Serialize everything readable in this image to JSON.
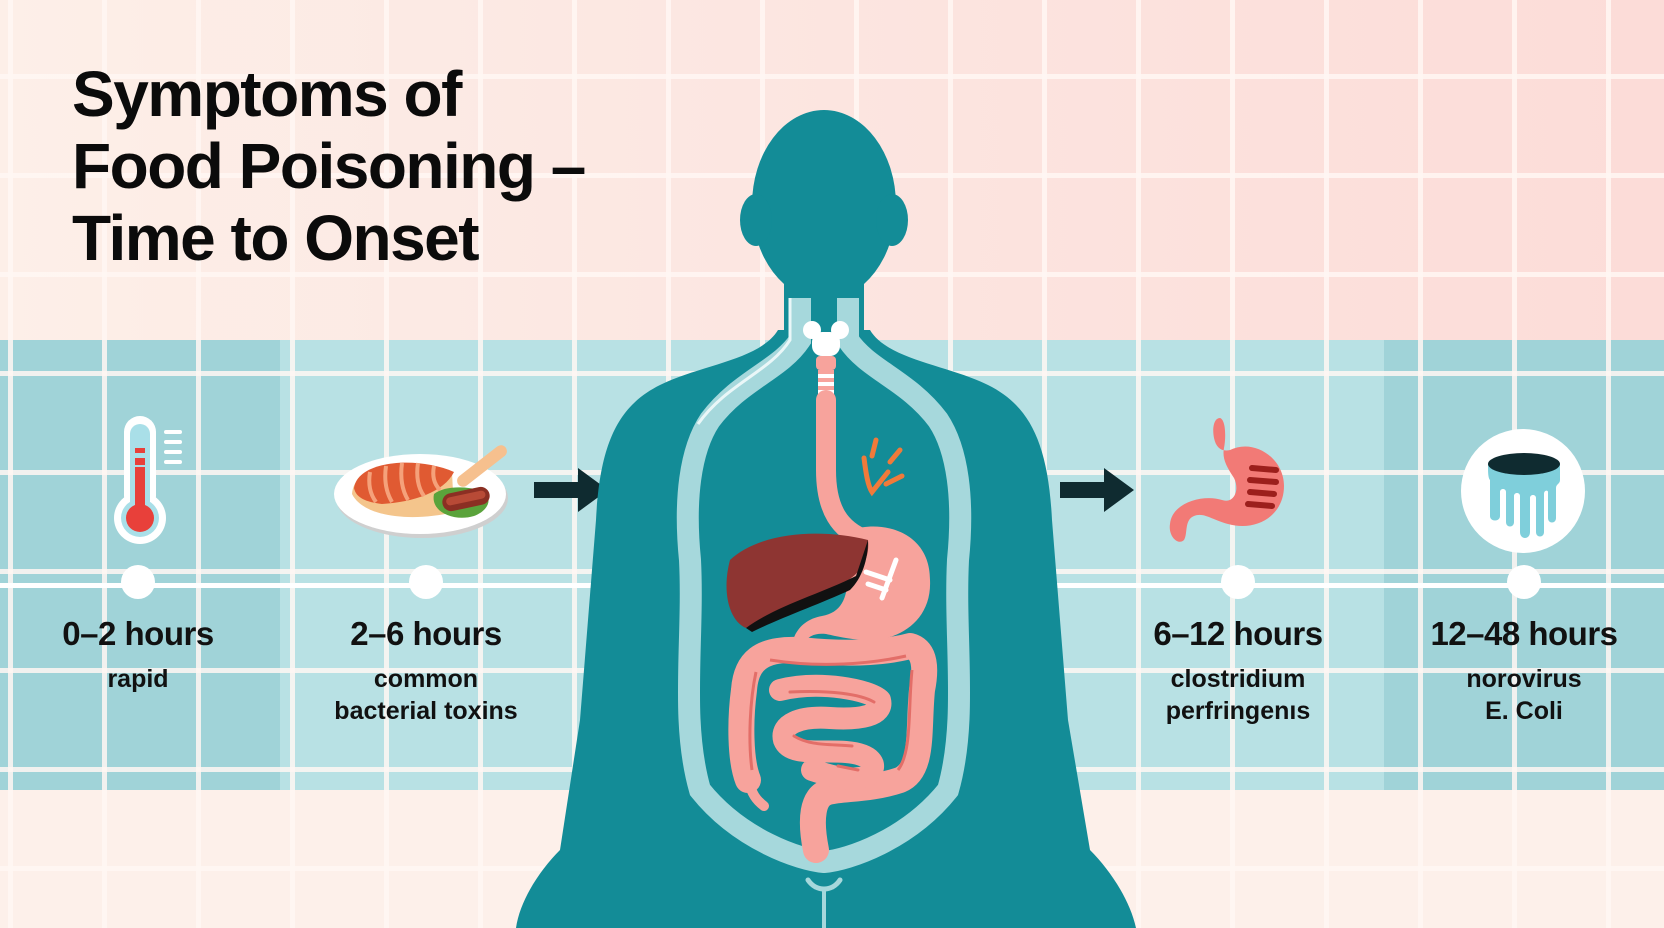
{
  "title": {
    "lines": [
      "Symptoms of",
      "Food Poisoning –",
      "Time to Onset"
    ]
  },
  "colors": {
    "title_text": "#0b0b0b",
    "background_pink": "#fcdcd8",
    "background_cream": "#fdf0ea",
    "band_dark": "#a0d3d8",
    "band_light": "#b8e1e4",
    "body_teal": "#138c97",
    "organ_pink": "#f7a39c",
    "liver": "#8e3532",
    "arrow": "#0f2b30",
    "thermometer_red": "#e8403a",
    "stomach_icon": "#f27a76"
  },
  "timeline": {
    "stages": [
      {
        "range": "0–2 hours",
        "description": [
          "rapid"
        ],
        "icon": "thermometer-icon"
      },
      {
        "range": "2–6 hours",
        "description": [
          "common",
          "bacterial toxins"
        ],
        "icon": "food-plate-icon"
      },
      {
        "range": "6–12 hours",
        "description": [
          "clostridium",
          "perfringenıs"
        ],
        "icon": "stomach-icon"
      },
      {
        "range": "12–48 hours",
        "description": [
          "norovirus",
          "E. Coli"
        ],
        "icon": "dripping-liquid-icon"
      }
    ],
    "arrows": [
      "arrow-right-icon",
      "arrow-right-icon"
    ]
  },
  "figure": {
    "name": "human-body-digestive-system",
    "organs": [
      "trachea",
      "esophagus",
      "stomach",
      "liver",
      "small-intestine",
      "large-intestine"
    ]
  }
}
